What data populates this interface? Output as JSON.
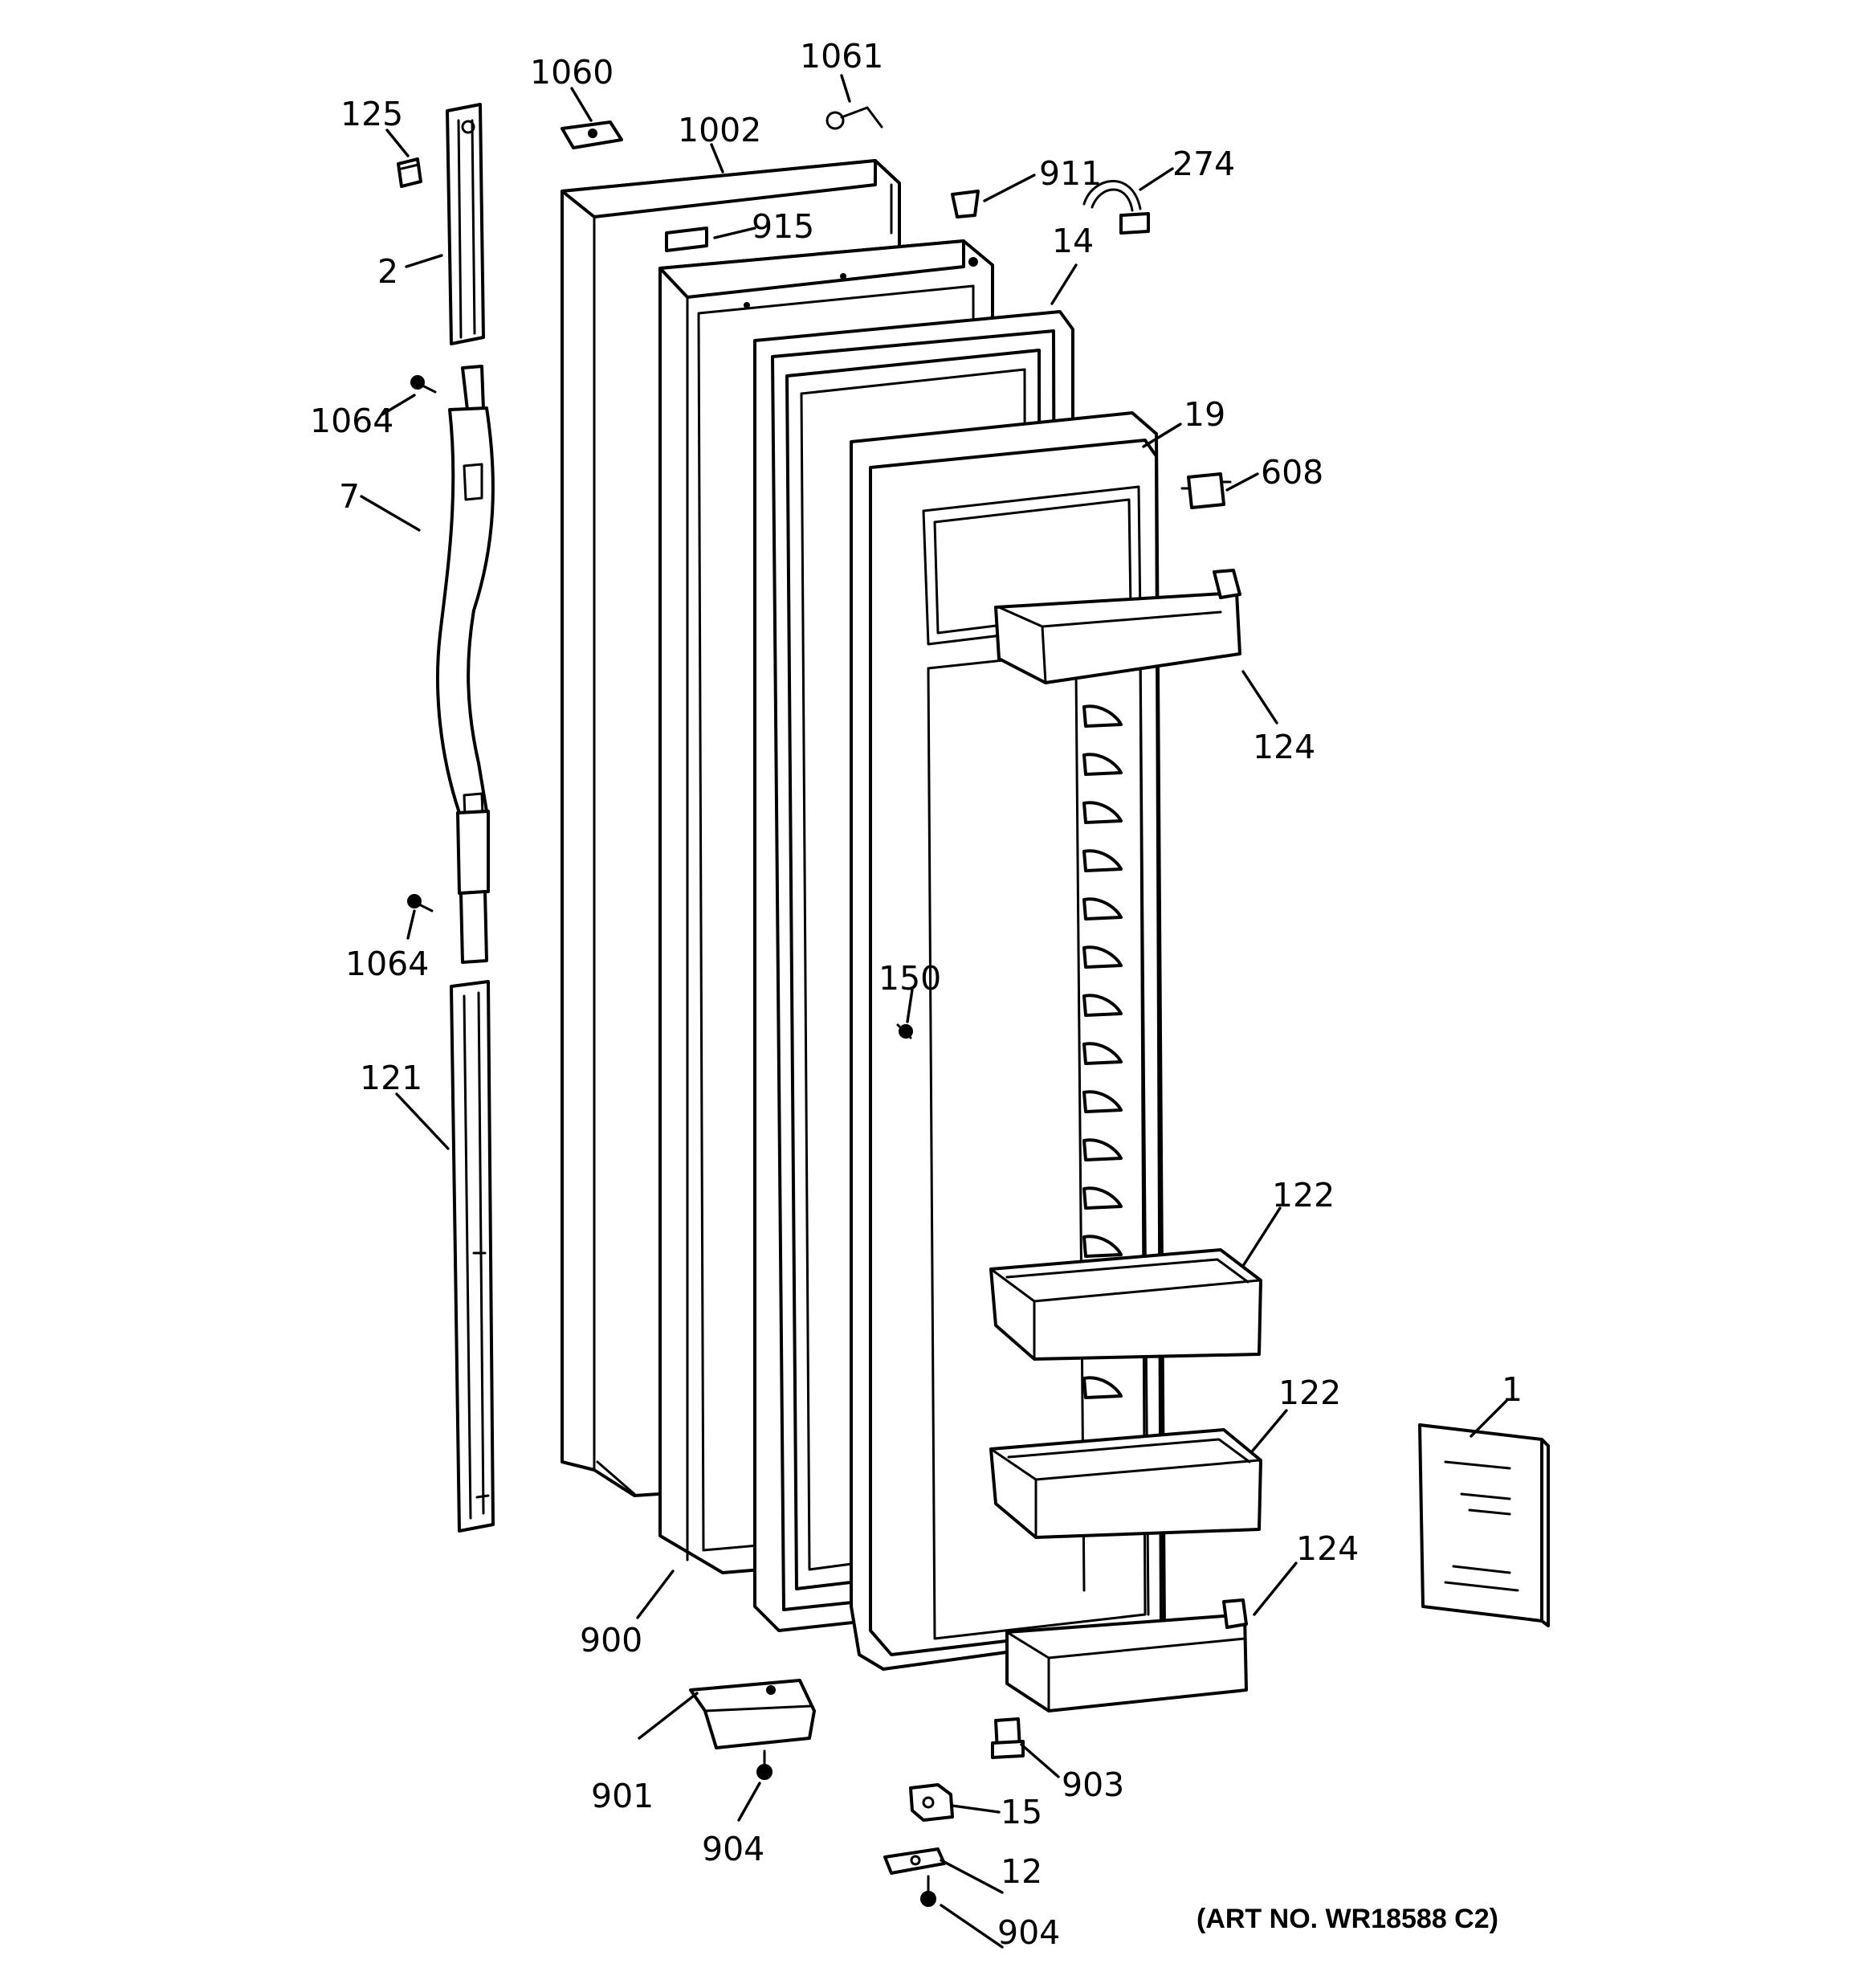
{
  "parts": [
    {
      "id": "lbl-125",
      "label": "125"
    },
    {
      "id": "lbl-2",
      "label": "2"
    },
    {
      "id": "lbl-1064a",
      "label": "1064"
    },
    {
      "id": "lbl-7",
      "label": "7"
    },
    {
      "id": "lbl-1064b",
      "label": "1064"
    },
    {
      "id": "lbl-121",
      "label": "121"
    },
    {
      "id": "lbl-1060",
      "label": "1060"
    },
    {
      "id": "lbl-1002",
      "label": "1002"
    },
    {
      "id": "lbl-1061",
      "label": "1061"
    },
    {
      "id": "lbl-915",
      "label": "915"
    },
    {
      "id": "lbl-911",
      "label": "911"
    },
    {
      "id": "lbl-274",
      "label": "274"
    },
    {
      "id": "lbl-14",
      "label": "14"
    },
    {
      "id": "lbl-19",
      "label": "19"
    },
    {
      "id": "lbl-608",
      "label": "608"
    },
    {
      "id": "lbl-124a",
      "label": "124"
    },
    {
      "id": "lbl-150",
      "label": "150"
    },
    {
      "id": "lbl-122a",
      "label": "122"
    },
    {
      "id": "lbl-122b",
      "label": "122"
    },
    {
      "id": "lbl-124b",
      "label": "124"
    },
    {
      "id": "lbl-1",
      "label": "1"
    },
    {
      "id": "lbl-900",
      "label": "900"
    },
    {
      "id": "lbl-901",
      "label": "901"
    },
    {
      "id": "lbl-904a",
      "label": "904"
    },
    {
      "id": "lbl-903",
      "label": "903"
    },
    {
      "id": "lbl-15",
      "label": "15"
    },
    {
      "id": "lbl-12",
      "label": "12"
    },
    {
      "id": "lbl-904b",
      "label": "904"
    }
  ],
  "art_number": "(ART NO. WR18588 C2)"
}
